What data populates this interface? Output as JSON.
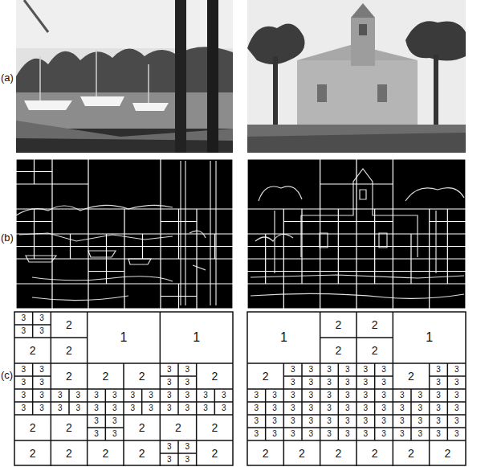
{
  "diagram": {
    "labels": [
      "(a)",
      "(b)",
      "(c)",
      "3",
      "3",
      "3",
      "3",
      "2",
      "2",
      "2",
      "1",
      "1",
      "3",
      "3",
      "3",
      "3",
      "2",
      "2",
      "2",
      "3",
      "3",
      "3",
      "3",
      "2",
      "3",
      "3",
      "3",
      "3",
      "3",
      "3",
      "3",
      "3",
      "3",
      "3",
      "3",
      "3",
      "3",
      "3",
      "3",
      "3",
      "3",
      "3",
      "3",
      "3",
      "3",
      "3",
      "3",
      "3",
      "2",
      "2",
      "3",
      "3",
      "3",
      "3",
      "2",
      "2",
      "2",
      "2",
      "2",
      "2",
      "2",
      "3",
      "3",
      "3",
      "3",
      "2",
      "1",
      "2",
      "2",
      "2",
      "2",
      "1",
      "2",
      "3",
      "3",
      "3",
      "3",
      "3",
      "3",
      "3",
      "3",
      "3",
      "3",
      "3",
      "3",
      "2",
      "3",
      "3",
      "3",
      "3",
      "3",
      "3",
      "3",
      "3",
      "3",
      "3",
      "3",
      "3",
      "3",
      "3",
      "3",
      "3",
      "3",
      "3",
      "3",
      "3",
      "3",
      "3",
      "3",
      "3",
      "3",
      "3",
      "3",
      "3",
      "3",
      "3",
      "3",
      "3",
      "3",
      "3",
      "3",
      "3",
      "3",
      "3",
      "3",
      "3",
      "3",
      "3",
      "3",
      "3",
      "3",
      "3",
      "3",
      "3",
      "3",
      "3",
      "3",
      "3",
      "2",
      "2",
      "2",
      "2",
      "2",
      "2"
    ]
  }
}
